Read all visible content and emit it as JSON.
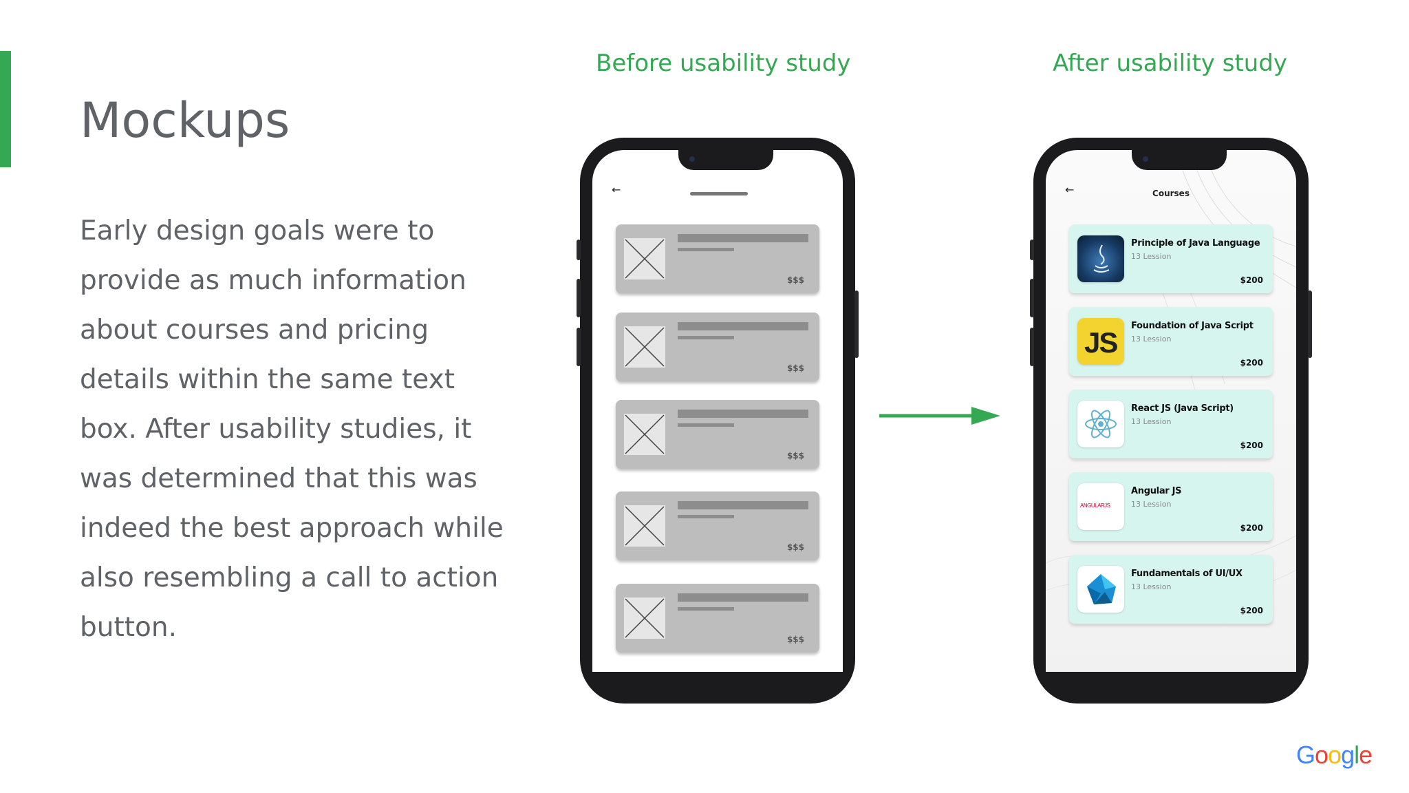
{
  "slide": {
    "title": "Mockups",
    "body": "Early design goals were to provide as much information about courses and pricing details within the same text box. After usability studies, it was determined that this was indeed the best approach while also resembling a call to action button.",
    "accent_color": "#34a853"
  },
  "before": {
    "caption": "Before usability study",
    "back_icon": "arrow-left-icon",
    "cards": [
      {
        "price": "$$$"
      },
      {
        "price": "$$$"
      },
      {
        "price": "$$$"
      },
      {
        "price": "$$$"
      },
      {
        "price": "$$$"
      }
    ]
  },
  "after": {
    "caption": "After usability study",
    "screen_title": "Courses",
    "back_icon": "arrow-left-icon",
    "card_color": "#d7f5ef",
    "courses": [
      {
        "name": "Principle of Java Language",
        "lessons": "13 Lession",
        "price": "$200",
        "icon": "java-icon"
      },
      {
        "name": "Foundation of Java Script",
        "lessons": "13 Lession",
        "price": "$200",
        "icon": "js-icon",
        "icon_text": "JS"
      },
      {
        "name": "React JS (Java Script)",
        "lessons": "13 Lession",
        "price": "$200",
        "icon": "react-icon"
      },
      {
        "name": "Angular JS",
        "lessons": "13 Lession",
        "price": "$200",
        "icon": "angular-icon",
        "icon_text": "ANGULARJS"
      },
      {
        "name": "Fundamentals of UI/UX",
        "lessons": "13 Lession",
        "price": "$200",
        "icon": "dart-icon"
      }
    ]
  },
  "footer": {
    "logo_text": "Google",
    "logo_colors": [
      "#4285f4",
      "#ea4335",
      "#fbbc05",
      "#4285f4",
      "#34a853",
      "#ea4335"
    ]
  }
}
